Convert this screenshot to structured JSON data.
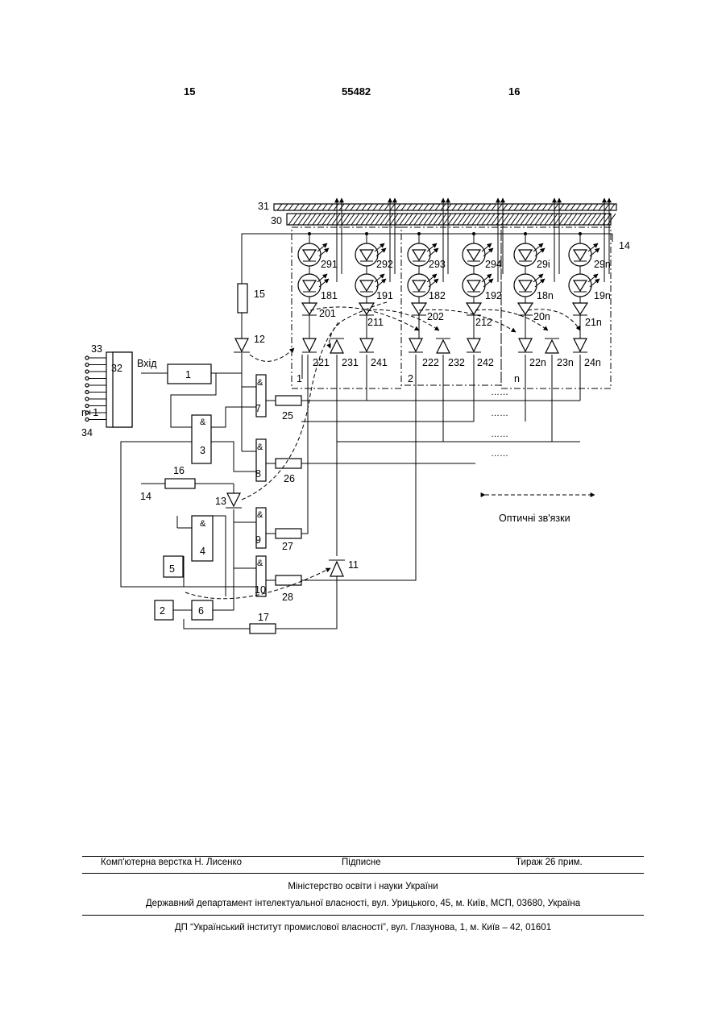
{
  "header": {
    "page_left": "15",
    "patent_no": "55482",
    "page_right": "16"
  },
  "figure": {
    "labels": {
      "l31": "31",
      "l30": "30",
      "l14a": "14",
      "l15": "15",
      "l12": "12",
      "l33": "33",
      "l32": "32",
      "vkhid": "Вхід",
      "l1": "1",
      "l34": "34",
      "ln1": "n+1",
      "l7": "7",
      "l25": "25",
      "l3": "3",
      "l8": "8",
      "l26": "26",
      "l16": "16",
      "l14b": "14",
      "l13": "13",
      "l9": "9",
      "l27": "27",
      "l4": "4",
      "l5": "5",
      "l10": "10",
      "l28": "28",
      "l11": "11",
      "l2": "2",
      "l6": "6",
      "l17": "17",
      "and7": "&",
      "and3": "&",
      "and8": "&",
      "and9": "&",
      "and4": "&",
      "and10": "&",
      "g1": "1",
      "g2": "2",
      "gn": "n",
      "legend": "Оптичні зв'язки",
      "dots1": "……",
      "dots2": "……",
      "dots3": "……",
      "dots4": "……",
      "d29_1": "291",
      "d29_2": "292",
      "d29_3": "293",
      "d29_4": "294",
      "d29_i": "29i",
      "d29_n": "29n",
      "d18_1": "181",
      "d19_1": "191",
      "d18_2": "182",
      "d19_2": "192",
      "d18_n": "18n",
      "d19_n": "19n",
      "d20_1": "201",
      "d21_1": "211",
      "d20_2": "202",
      "d21_2": "212",
      "d20_n": "20n",
      "d21_n": "21n",
      "d22_1": "221",
      "d23_1": "231",
      "d24_1": "241",
      "d22_2": "222",
      "d23_2": "232",
      "d24_2": "242",
      "d22_n": "22n",
      "d23_n": "23n",
      "d24_n": "24n"
    }
  },
  "footer": {
    "row1_left": "Комп'ютерна верстка Н. Лисенко",
    "row1_mid": "Підписне",
    "row1_right": "Тираж 26 прим.",
    "ministry": "Міністерство освіти і науки України",
    "department": "Державний департамент інтелектуальної власності, вул. Урицького, 45, м. Київ, МСП, 03680, Україна",
    "institute": "ДП “Український інститут промислової власності”, вул. Глазунова, 1, м. Київ – 42, 01601"
  }
}
